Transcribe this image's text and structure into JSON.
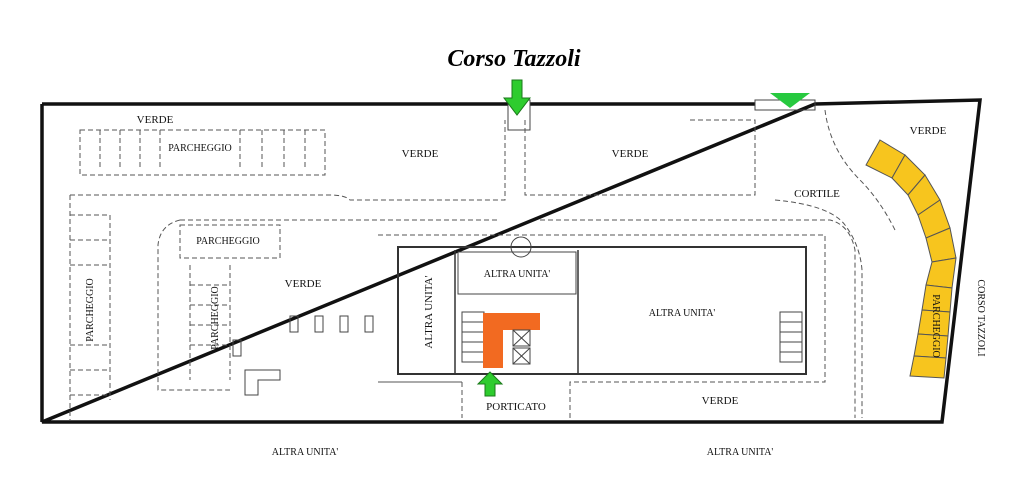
{
  "street_top": "Corso Tazzoli",
  "street_side": "CORSO TAZZOLI",
  "labels": {
    "verde_top_left": "VERDE",
    "parcheggio_top": "PARCHEGGIO",
    "verde_top_mid": "VERDE",
    "verde_top_right": "VERDE",
    "verde_corner": "VERDE",
    "cortile": "CORTILE",
    "parcheggio_mid": "PARCHEGGIO",
    "verde_mid": "VERDE",
    "parcheggio_left": "PARCHEGGIO",
    "parcheggio_inner": "PARCHEGGIO",
    "altra_unita_vertical": "ALTRA UNITA'",
    "altra_unita_top": "ALTRA UNITA'",
    "altra_unita_main": "ALTRA UNITA'",
    "parcheggio_curved": "PARCHEGGIO",
    "porticato": "PORTICATO",
    "verde_bottom": "VERDE",
    "altra_unita_bottom_left": "ALTRA UNITA'",
    "altra_unita_bottom_right": "ALTRA UNITA'"
  },
  "colors": {
    "unit_highlight": "#f26a21",
    "parking_highlight": "#f7c51e",
    "arrow": "#2ecc2e",
    "entry_triangle": "#27c93f"
  }
}
